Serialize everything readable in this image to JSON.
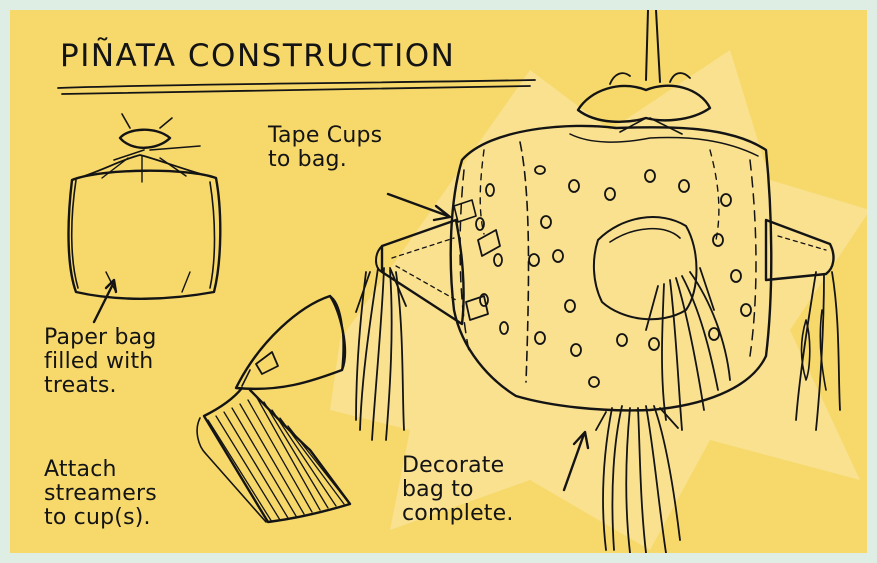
{
  "title": "PIÑATA CONSTRUCTION",
  "labels": {
    "tape_cups": "Tape Cups\nto bag.",
    "paper_bag": "Paper bag\nfilled with\ntreats.",
    "attach_streamers": "Attach\nstreamers\nto cup(s).",
    "decorate": "Decorate\nbag to\ncomplete."
  },
  "colors": {
    "background": "#f7d96b",
    "border": "#dfeee4",
    "ink": "#141414"
  }
}
